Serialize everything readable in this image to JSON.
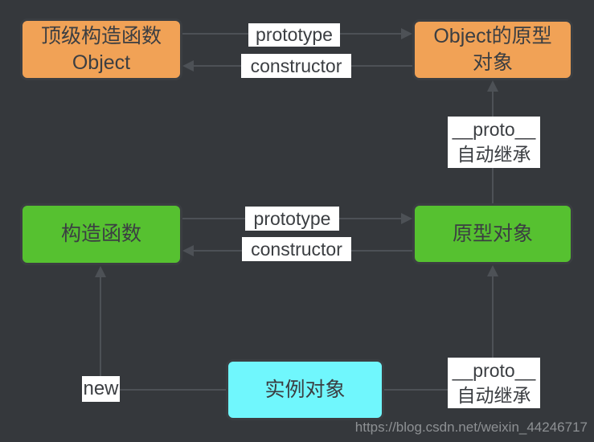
{
  "diagram": {
    "title_hint": "JavaScript prototype chain diagram",
    "boxes": {
      "top_left": {
        "line1": "顶级构造函数",
        "line2": "Object"
      },
      "top_right": {
        "line1": "Object的原型",
        "line2": "对象"
      },
      "mid_left": {
        "line1": "构造函数"
      },
      "mid_right": {
        "line1": "原型对象"
      },
      "bottom": {
        "line1": "实例对象"
      }
    },
    "edge_labels": {
      "prototype_top": "prototype",
      "constructor_top": "constructor",
      "prototype_mid": "prototype",
      "constructor_mid": "constructor",
      "proto_upper": {
        "line1": "__proto__",
        "line2": "自动继承"
      },
      "proto_lower": {
        "line1": "__proto__",
        "line2": "自动继承"
      },
      "new": "new"
    },
    "colors": {
      "background": "#35383c",
      "line": "#4d5156",
      "box_border": "#3b3e42",
      "box_text": "#3b3e42",
      "orange_fill": "#f1a256",
      "green_fill": "#56c130",
      "cyan_fill": "#70f7fd",
      "label_bg": "#ffffff",
      "watermark_text_color": "#9da0a3"
    },
    "watermark": "https://blog.csdn.net/weixin_44246717"
  }
}
